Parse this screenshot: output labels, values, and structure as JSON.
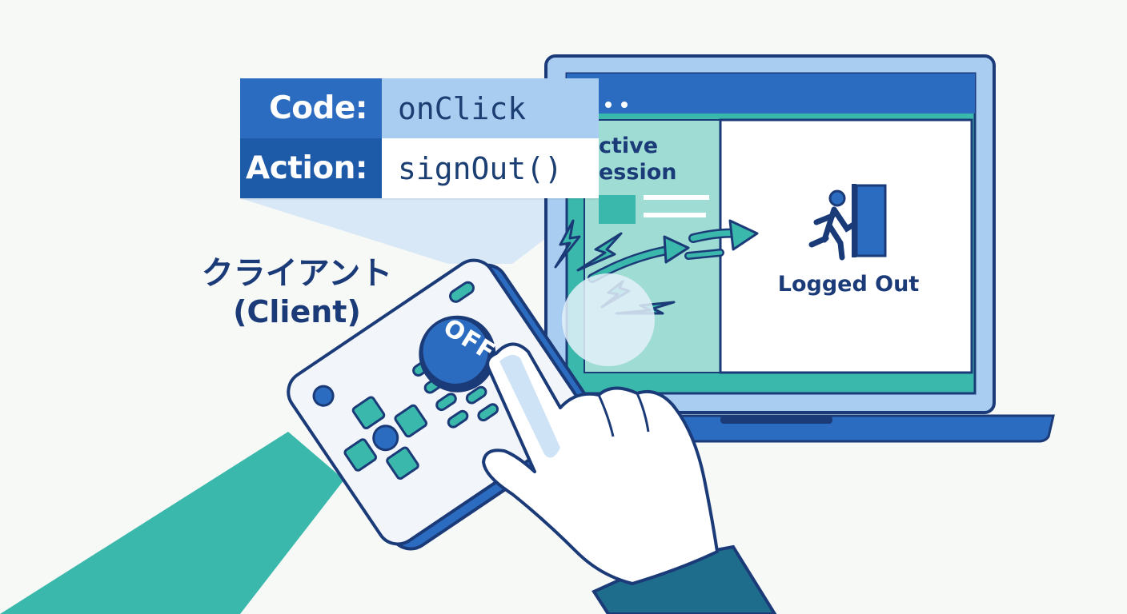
{
  "code_panel": {
    "code_key": "Code:",
    "code_value": "onClick",
    "action_key": "Action:",
    "action_value": "signOut()"
  },
  "client": {
    "label_jp": "クライアント",
    "label_en": "(Client)"
  },
  "laptop": {
    "session_line1": "ctive",
    "session_line2": "ession",
    "logged_out_label": "Logged Out",
    "exit_icon": "person-exiting-door-icon"
  },
  "remote": {
    "off_button_label": "OFF"
  },
  "colors": {
    "dark_blue": "#1b3a78",
    "mid_blue": "#2c6cc0",
    "teal": "#3bb8ac",
    "light_blue": "#a9cdf0",
    "background": "#f7f9f7"
  }
}
